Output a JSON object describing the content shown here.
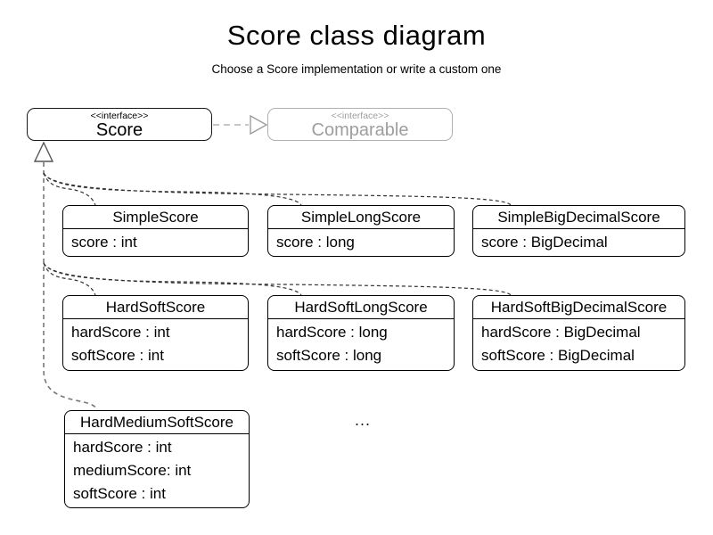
{
  "title": "Score class diagram",
  "subtitle": "Choose a Score implementation or write a custom one",
  "interfaces": {
    "score": {
      "stereotype": "<<interface>>",
      "name": "Score"
    },
    "comparable": {
      "stereotype": "<<interface>>",
      "name": "Comparable"
    }
  },
  "classes": [
    {
      "name": "SimpleScore",
      "attributes": [
        "score : int"
      ]
    },
    {
      "name": "SimpleLongScore",
      "attributes": [
        "score : long"
      ]
    },
    {
      "name": "SimpleBigDecimalScore",
      "attributes": [
        "score : BigDecimal"
      ]
    },
    {
      "name": "HardSoftScore",
      "attributes": [
        "hardScore : int",
        "softScore : int"
      ]
    },
    {
      "name": "HardSoftLongScore",
      "attributes": [
        "hardScore : long",
        "softScore : long"
      ]
    },
    {
      "name": "HardSoftBigDecimalScore",
      "attributes": [
        "hardScore : BigDecimal",
        "softScore : BigDecimal"
      ]
    },
    {
      "name": "HardMediumSoftScore",
      "attributes": [
        "hardScore : int",
        "mediumScore: int",
        "softScore : int"
      ]
    }
  ],
  "ellipsis": "...",
  "relationships": {
    "realization_source": "Score",
    "dependency": "Score ..> Comparable"
  },
  "colors": {
    "class_stroke": "#000000",
    "muted_stroke": "#b0b0b0",
    "muted_text": "#9e9e9e",
    "branch_dash": "#333333",
    "trunk_dash": "#777777",
    "background": "#ffffff"
  }
}
